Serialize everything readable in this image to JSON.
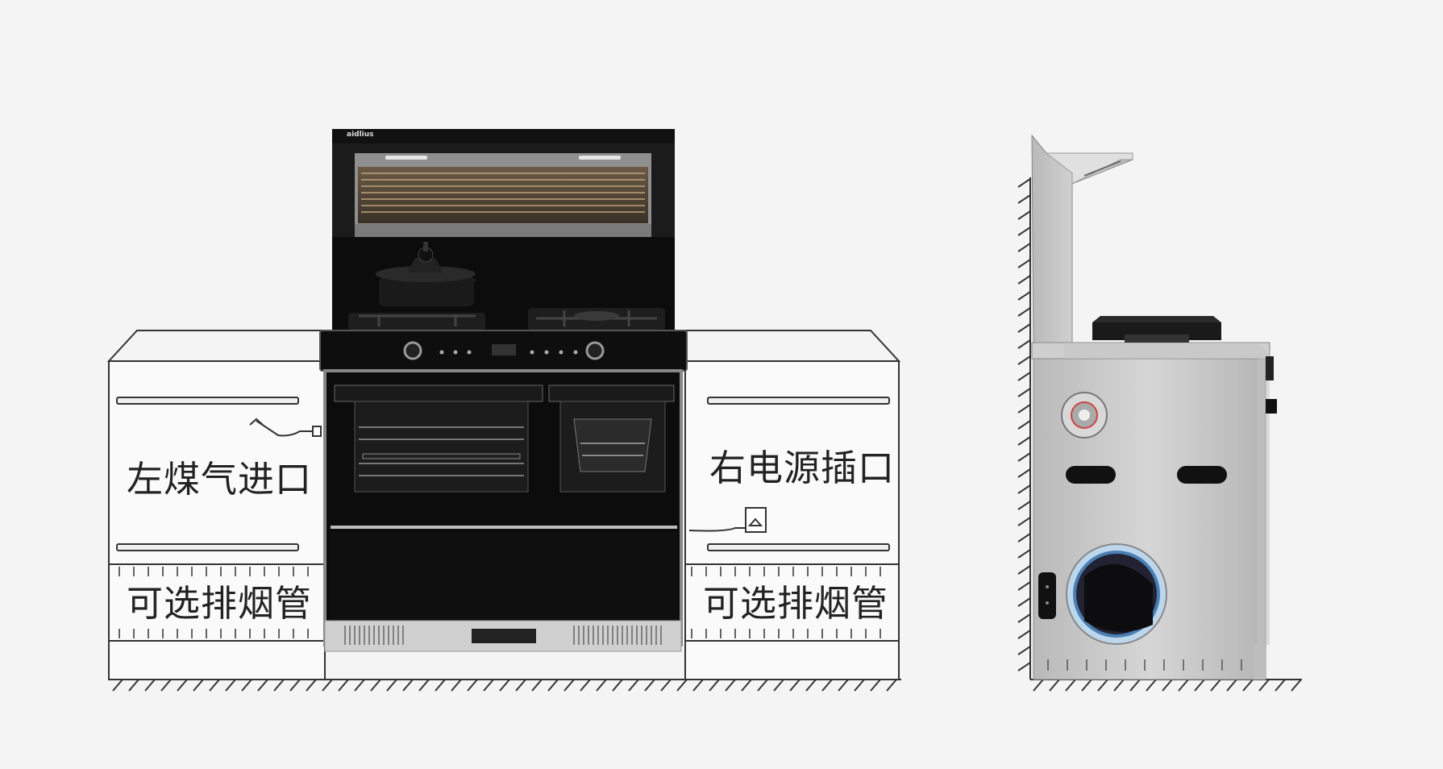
{
  "labels": {
    "left_gas_inlet": "左煤气进口",
    "right_power_socket": "右电源插口",
    "optional_exhaust_left": "可选排烟管",
    "optional_exhaust_right": "可选排烟管"
  },
  "brand_mark": "aidlius",
  "colors": {
    "background": "#f4f4f4",
    "line": "#333333",
    "appliance_black": "#141414",
    "steel": "#c8c8c8"
  }
}
